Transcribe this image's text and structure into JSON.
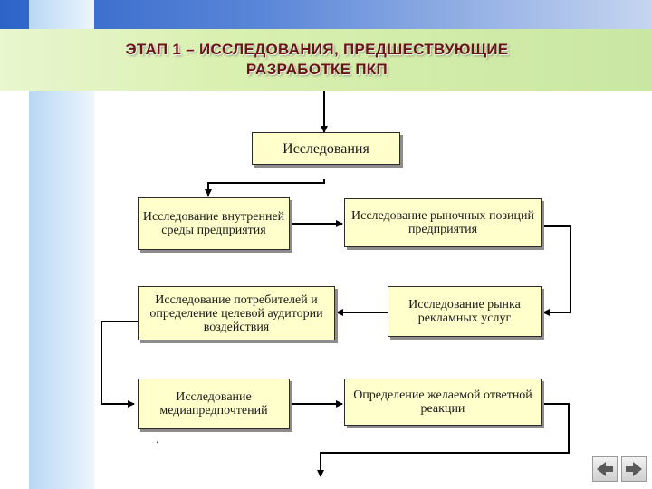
{
  "slide": {
    "title_line1": "ЭТАП 1 – ИССЛЕДОВАНИЯ, ПРЕДШЕСТВУЮЩИЕ",
    "title_line2": "РАЗРАБОТКЕ ПКП"
  },
  "diagram": {
    "root": "Исследования",
    "left": [
      "Исследование внутренней среды предприятия",
      "Исследование потребителей и определение целевой аудитории воздействия",
      "Исследование медиапредпочтений"
    ],
    "right": [
      "Исследование рыночных позиций предприятия",
      "Исследование рынка рекламных услуг",
      "Определение желаемой ответной реакции"
    ],
    "stray_mark": "."
  },
  "nav": {
    "prev_icon": "arrow-left-icon",
    "next_icon": "arrow-right-icon"
  }
}
